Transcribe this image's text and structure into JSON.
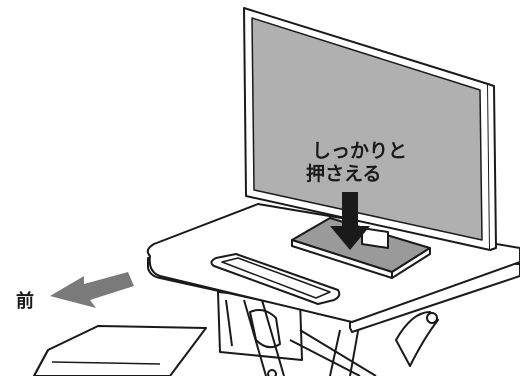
{
  "instruction": {
    "line1": "しっかりと",
    "line2": "押さえる"
  },
  "direction_label": "前",
  "colors": {
    "line": "#1a1a1a",
    "screen_gray": "#b0b0b0",
    "stand_base_gray": "#9a9a9a",
    "arrow_gray": "#7a7a7a",
    "press_arrow": "#1a1a1a",
    "surface": "#ffffff"
  },
  "icons": {
    "press_arrow": "down-arrow",
    "direction_arrow": "left-forward-arrow"
  }
}
